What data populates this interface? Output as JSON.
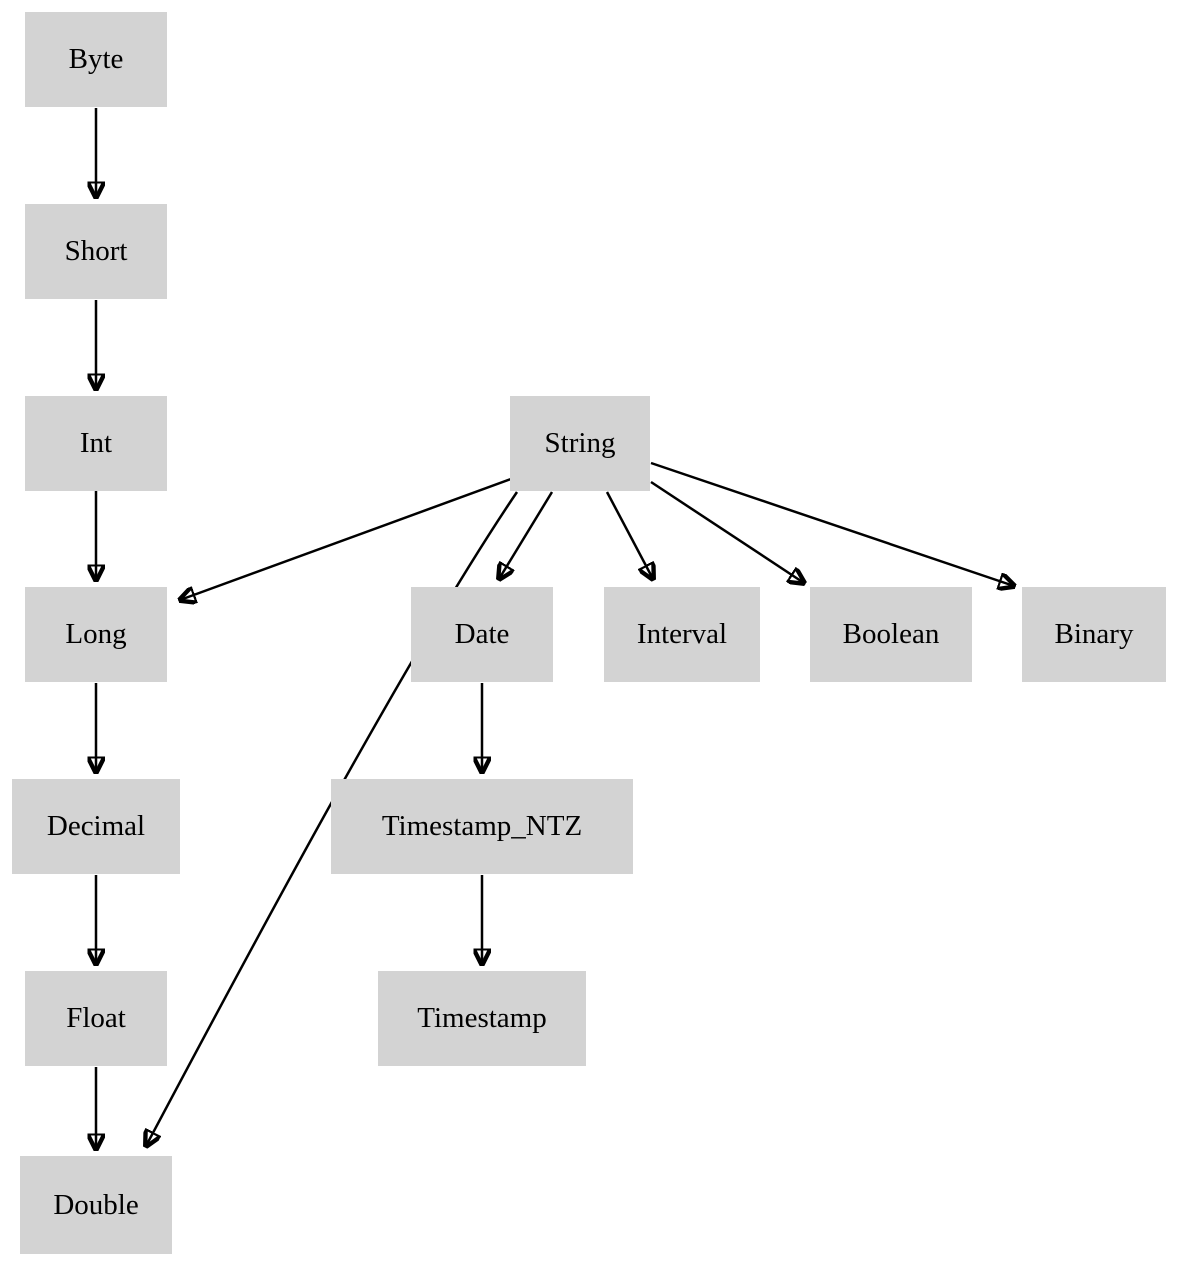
{
  "diagram": {
    "nodes": [
      {
        "id": "byte",
        "label": "Byte"
      },
      {
        "id": "short",
        "label": "Short"
      },
      {
        "id": "int",
        "label": "Int"
      },
      {
        "id": "long",
        "label": "Long"
      },
      {
        "id": "decimal",
        "label": "Decimal"
      },
      {
        "id": "float",
        "label": "Float"
      },
      {
        "id": "double",
        "label": "Double"
      },
      {
        "id": "string",
        "label": "String"
      },
      {
        "id": "date",
        "label": "Date"
      },
      {
        "id": "interval",
        "label": "Interval"
      },
      {
        "id": "boolean",
        "label": "Boolean"
      },
      {
        "id": "binary",
        "label": "Binary"
      },
      {
        "id": "timestamp_ntz",
        "label": "Timestamp_NTZ"
      },
      {
        "id": "timestamp",
        "label": "Timestamp"
      }
    ],
    "edges": [
      {
        "from": "Byte",
        "to": "Short"
      },
      {
        "from": "Short",
        "to": "Int"
      },
      {
        "from": "Int",
        "to": "Long"
      },
      {
        "from": "Long",
        "to": "Decimal"
      },
      {
        "from": "Decimal",
        "to": "Float"
      },
      {
        "from": "Float",
        "to": "Double"
      },
      {
        "from": "String",
        "to": "Long"
      },
      {
        "from": "String",
        "to": "Double"
      },
      {
        "from": "String",
        "to": "Date"
      },
      {
        "from": "String",
        "to": "Interval"
      },
      {
        "from": "String",
        "to": "Boolean"
      },
      {
        "from": "String",
        "to": "Binary"
      },
      {
        "from": "Date",
        "to": "Timestamp_NTZ"
      },
      {
        "from": "Timestamp_NTZ",
        "to": "Timestamp"
      }
    ],
    "colors": {
      "node_fill": "#d3d3d3",
      "edge_stroke": "#000000",
      "text": "#000000",
      "background": "#ffffff"
    }
  }
}
